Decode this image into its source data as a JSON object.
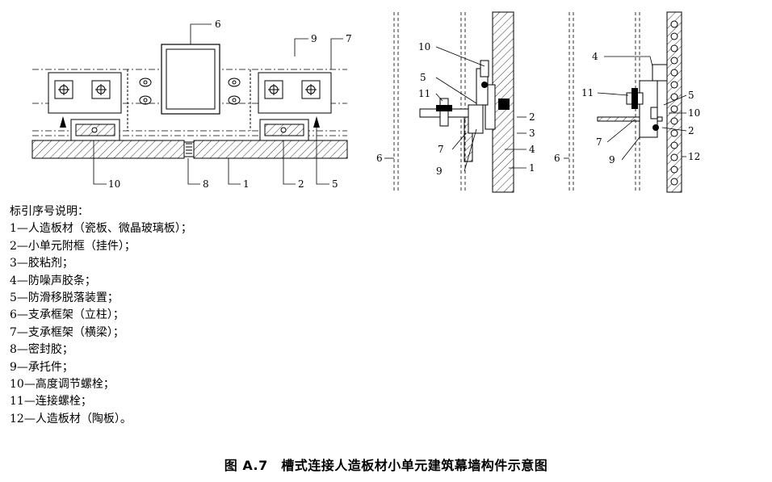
{
  "drawing": {
    "elevation_labels": [
      "6",
      "9",
      "7",
      "10",
      "8",
      "1",
      "2",
      "5"
    ],
    "section_a_labels": [
      "10",
      "5",
      "11",
      "2",
      "3",
      "7",
      "4",
      "9",
      "6",
      "1"
    ],
    "section_b_labels": [
      "4",
      "11",
      "5",
      "10",
      "7",
      "2",
      "9",
      "12",
      "6"
    ]
  },
  "legend": {
    "title": "标引序号说明：",
    "items": [
      "1—人造板材（瓷板、微晶玻璃板）；",
      "2—小单元附框（挂件）；",
      "3—胶粘剂；",
      "4—防噪声胶条；",
      "5—防滑移脱落装置；",
      "6—支承框架（立柱）；",
      "7—支承框架（横梁）；",
      "8—密封胶；",
      "9—承托件；",
      "10—高度调节螺栓；",
      "11—连接螺栓；",
      "12—人造板材（陶板）。"
    ]
  },
  "caption": "图 A.7　槽式连接人造板材小单元建筑幕墙构件示意图"
}
